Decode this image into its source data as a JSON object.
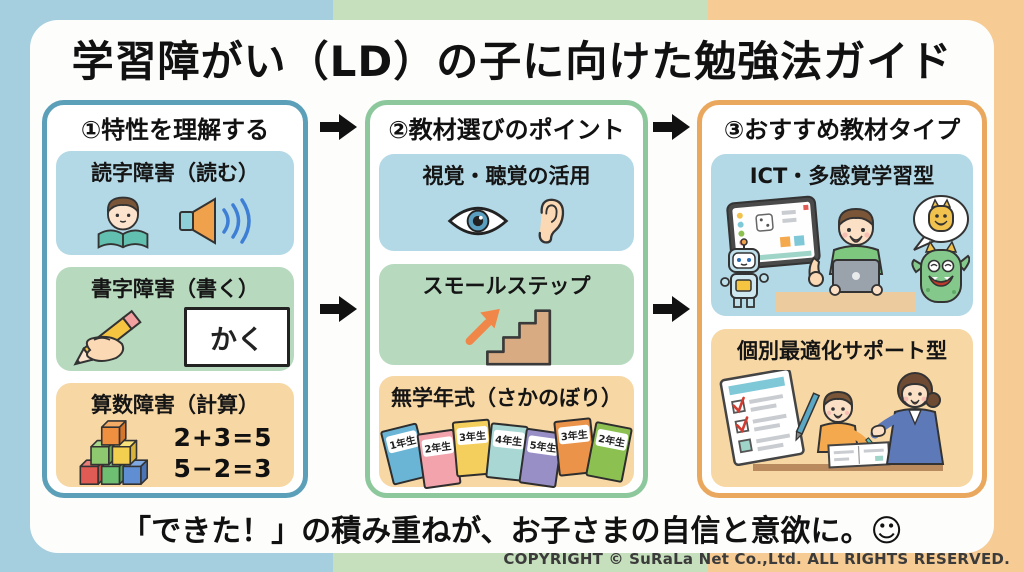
{
  "title": "学習障がい（LD）の子に向けた勉強法ガイド",
  "footer": {
    "message": "「できた！」の積み重ねが、お子さまの自信と意欲に。",
    "emoji": "☺"
  },
  "copyright": "COPYRIGHT © SuRaLa Net Co.,Ltd. ALL RIGHTS RESERVED.",
  "colors": {
    "band_blue": "#a5cede",
    "band_green": "#c6dfbc",
    "band_orange": "#f6cb94",
    "arrow_black": "#111111"
  },
  "columns": [
    {
      "header": "①特性を理解する",
      "accent": "#5b9fb8",
      "cards": [
        {
          "title": "読字障害（読む）",
          "bg": "#b3d8e6",
          "icons": [
            "boy-reading-icon",
            "speaker-sound-icon"
          ]
        },
        {
          "title": "書字障害（書く）",
          "bg": "#b7dabf",
          "icons": [
            "hand-writing-pencil-icon"
          ],
          "trace_label": "かく"
        },
        {
          "title": "算数障害（計算）",
          "bg": "#f7d7a4",
          "icons": [
            "counting-blocks-icon"
          ],
          "equations": [
            "2+3=5",
            "5−2=3"
          ]
        }
      ]
    },
    {
      "header": "②教材選びのポイント",
      "accent": "#8cc89c",
      "cards": [
        {
          "title": "視覚・聴覚の活用",
          "bg": "#b3d8e6",
          "icons": [
            "eye-icon",
            "ear-icon"
          ]
        },
        {
          "title": "スモールステップ",
          "bg": "#b7dabf",
          "icons": [
            "stairs-up-arrow-icon"
          ]
        },
        {
          "title": "無学年式（さかのぼり）",
          "bg": "#f7d7a4",
          "icons": [
            "grade-books-icon"
          ],
          "books": [
            {
              "label": "1年生",
              "color": "#6ab5d6"
            },
            {
              "label": "2年生",
              "color": "#f2a3ac"
            },
            {
              "label": "3年生",
              "color": "#f5cf5e"
            },
            {
              "label": "4年生",
              "color": "#a9d8d4"
            },
            {
              "label": "5年生",
              "color": "#998fc7"
            },
            {
              "label": "3年生",
              "color": "#eb9348"
            },
            {
              "label": "2年生",
              "color": "#8cc152"
            }
          ]
        }
      ]
    },
    {
      "header": "③おすすめ教材タイプ",
      "accent": "#e9a85e",
      "cards": [
        {
          "title": "ICT・多感覚学習型",
          "bg": "#b3d8e6",
          "icons": [
            "learning-tablet-icon",
            "robot-icon",
            "child-with-tablet-icon",
            "speech-bubble-monster-icon",
            "green-monster-icon"
          ]
        },
        {
          "title": "個別最適化サポート型",
          "bg": "#f7d7a4",
          "icons": [
            "checklist-icon",
            "child-writing-icon",
            "teacher-icon"
          ]
        }
      ]
    }
  ]
}
